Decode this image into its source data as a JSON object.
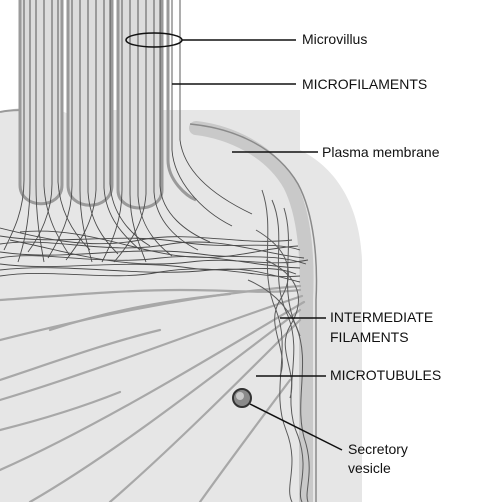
{
  "labels": {
    "microvillus": "Microvillus",
    "microfilaments": "MICROFILAMENTS",
    "plasma_membrane": "Plasma membrane",
    "intermediate_filaments_line1": "INTERMEDIATE",
    "intermediate_filaments_line2": "FILAMENTS",
    "microtubules": "MICROTUBULES",
    "secretory_vesicle_line1": "Secretory",
    "secretory_vesicle_line2": "vesicle"
  },
  "colors": {
    "cell_fill": "#e6e6e6",
    "microvillus_fill": "#d9d9d9",
    "membrane_stroke": "#9a9a9a",
    "microfilament_stroke": "#4a4a4a",
    "microtubule_stroke": "#a8a8a8",
    "leader_line": "#111111"
  }
}
